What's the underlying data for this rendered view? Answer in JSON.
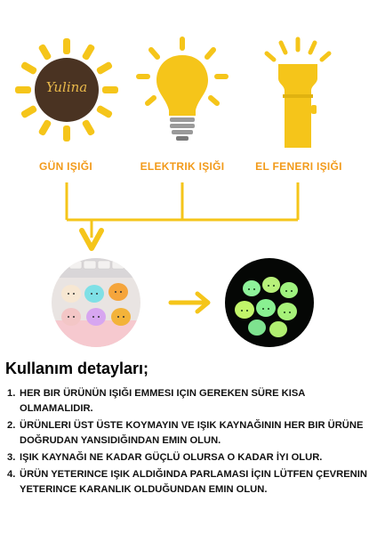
{
  "sources": [
    {
      "id": "sun",
      "label": "GÜN IŞIĞI",
      "icon": "sun-icon",
      "logo_text": "Yulina"
    },
    {
      "id": "bulb",
      "label": "ELEKTRIK IŞIĞI",
      "icon": "light-bulb-icon"
    },
    {
      "id": "flashlight",
      "label": "EL FENERI IŞIĞI",
      "icon": "flashlight-icon"
    }
  ],
  "colors": {
    "accent": "#f5c51a",
    "label": "#f29a1a",
    "line": "#f5c51a",
    "sun_core": "#4a3322"
  },
  "usage": {
    "title": "Kullanım detayları;",
    "items": [
      {
        "num": "1.",
        "text": "HER BIR ÜRÜNÜN IŞIĞI EMMESI IÇIN GEREKEN SÜRE KISA OLMAMALIDIR."
      },
      {
        "num": "2.",
        "text": "ÜRÜNLERI ÜST ÜSTE KOYMAYIN VE IŞIK KAYNAĞININ HER BIR ÜRÜNE DOĞRUDAN YANSIDIĞINDAN EMIN OLUN."
      },
      {
        "num": "3.",
        "text": "IŞIK KAYNAĞI NE KADAR GÜÇLÜ OLURSA O KADAR İYI OLUR."
      },
      {
        "num": "4.",
        "text": "ÜRÜN YETERINCE IŞIK ALDIĞINDA PARLAMASI İÇIN LÜTFEN ÇEVRENIN YETERINCE KARANLIK OLDUĞUNDAN EMIN OLUN."
      }
    ]
  }
}
